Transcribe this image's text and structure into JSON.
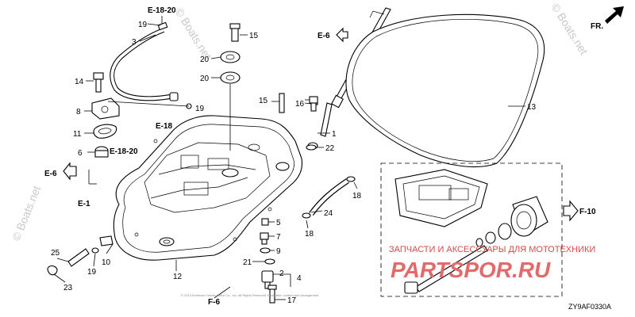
{
  "refs": {
    "e18_20_top": "E-18-20",
    "e6_mid": "E-6",
    "e18": "E-18",
    "e18_20_left": "E-18-20",
    "e6_left": "E-6",
    "e1": "E-1",
    "f6": "F-6",
    "f10": "F-10",
    "fr": "FR."
  },
  "callouts": {
    "c19a": "19",
    "c3": "3",
    "c15a": "15",
    "c20a": "20",
    "c20b": "20",
    "c14": "14",
    "c8": "8",
    "c19b": "19",
    "c11": "11",
    "c6": "6",
    "c15b": "15",
    "c16": "16",
    "c1": "1",
    "c22": "22",
    "c13": "13",
    "c18a": "18",
    "c24": "24",
    "c18b": "18",
    "c5": "5",
    "c7": "7",
    "c9": "9",
    "c21": "21",
    "c2": "2",
    "c4": "4",
    "c17": "17",
    "c12": "12",
    "c10": "10",
    "c19c": "19",
    "c25": "25",
    "c23": "23"
  },
  "watermarks": {
    "wm_left": "© Boats.net",
    "wm_top": "© Boats.net",
    "wm_right": "© Boats.net"
  },
  "promo": {
    "line1": "ЗАПЧАСТИ И АКСЕССУАРЫ ДЛЯ МОТОТЕХНИКИ",
    "line2": "PARTSPOR.RU"
  },
  "fine_print": "© 2014 American Honda Motor Co., Inc. All Rights Reserved. Illustration content and arrangement",
  "diagram_code": "ZY9AF0330A"
}
